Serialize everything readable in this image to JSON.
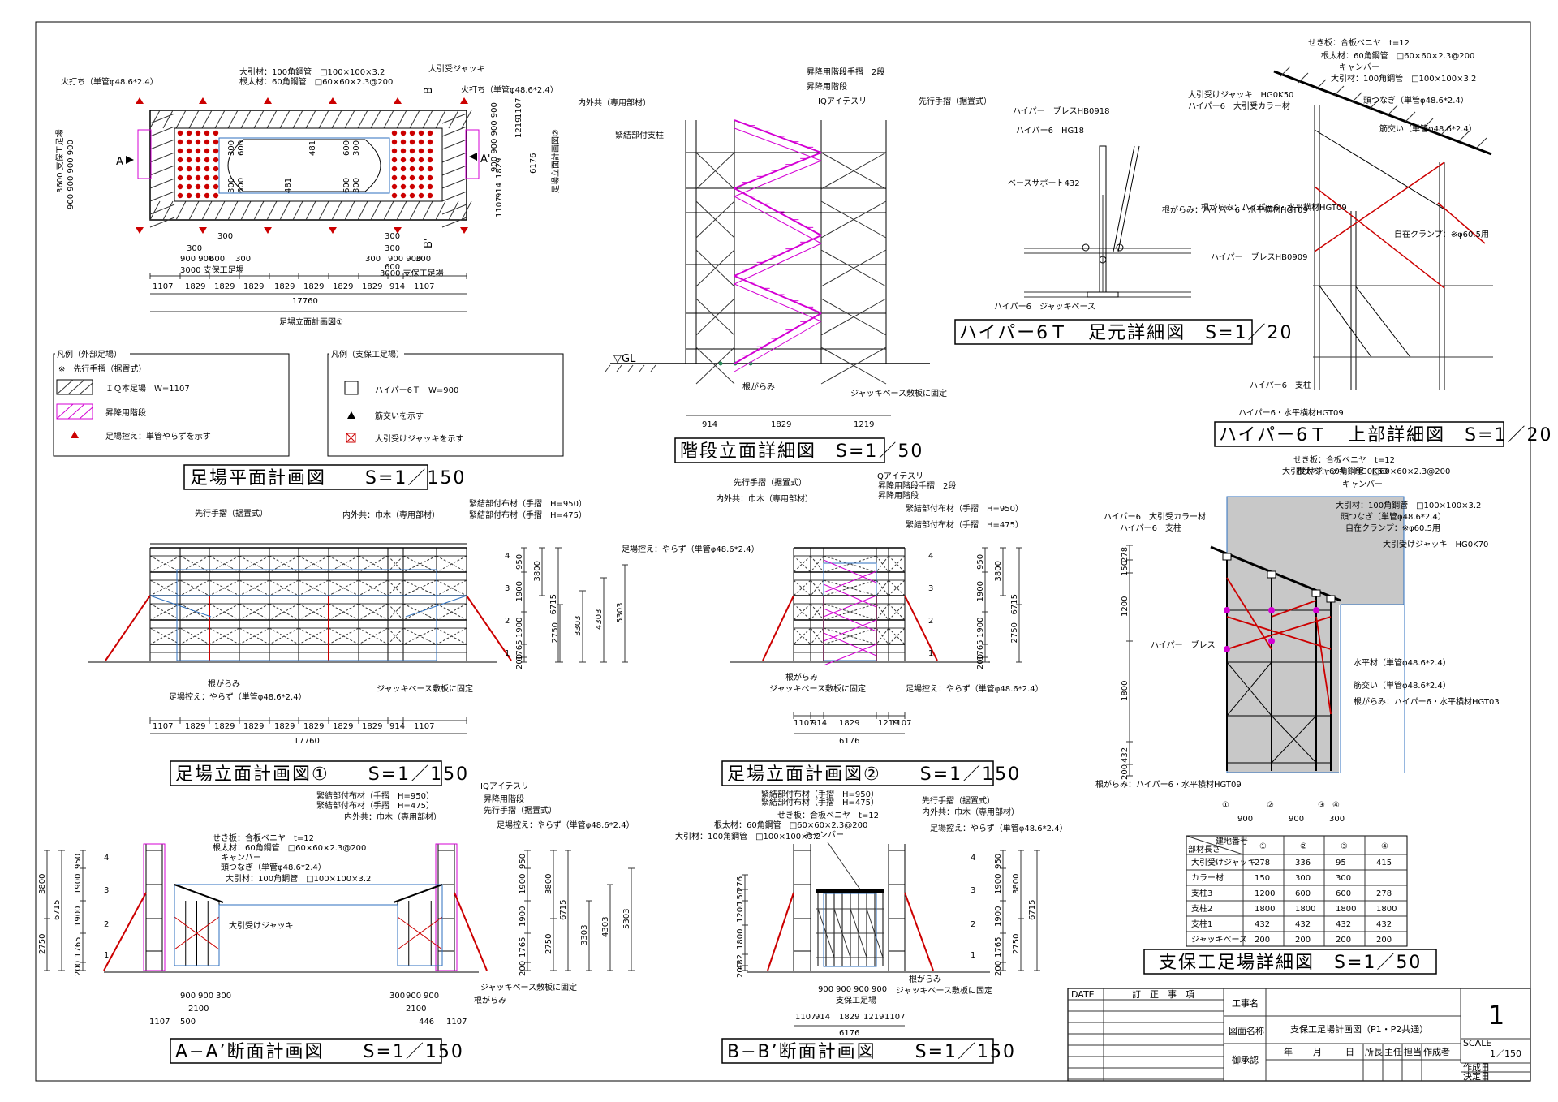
{
  "titles": {
    "plan": "足場平面計画図　　S=1／150",
    "stair": "階段立面詳細図　S=1／50",
    "foot": "ハイパー6Ｔ　足元詳細図　S=1／20",
    "top": "ハイパー6Ｔ　上部詳細図　S=1／20",
    "elev1": "足場立面計画図①　　S=1／150",
    "elev2": "足場立面計画図②　　S=1／150",
    "secA": "A−A’断面計画図　　S=1／150",
    "secB": "B−B’断面計画図　　S=1／150",
    "support": "支保工足場詳細図　S=1／50"
  },
  "legend_ext": {
    "header": "凡例（外部足場）",
    "note": "※　先行手摺（据置式）",
    "item1": "ＩＱ本足場　W=1107",
    "item2": "昇降用階段",
    "item3": "足場控え：単管やらずを示す"
  },
  "legend_sup": {
    "header": "凡例（支保工足場）",
    "item1": "ハイパー6Ｔ　W=900",
    "item2": "筋交いを示す",
    "item3": "大引受けジャッキを示す"
  },
  "plan": {
    "labels": [
      "大引材：100角鋼管　□100×100×3.2",
      "根太材：60角鋼管　□60×60×2.3@200",
      "大引受ジャッキ",
      "火打ち（単管φ48.6*2.4）",
      "火打ち（単管φ48.6*2.4）"
    ],
    "inner_dims": [
      "300",
      "600",
      "481",
      "600",
      "300",
      "300",
      "600",
      "481",
      "600",
      "300"
    ],
    "left_dims": [
      "3600 支保工足場",
      "900 900 900 900"
    ],
    "right_dims": [
      "1107",
      "914",
      "1829",
      "900 900 900 900",
      "1219",
      "1107",
      "6176"
    ],
    "right_label": "足場立面計画図②",
    "bottom_dims_small": [
      "300",
      "300",
      "900 900",
      "600",
      "300",
      "3000 支保工足場",
      "300",
      "300",
      "300",
      "900 900",
      "600",
      "300",
      "3000 支保工足場"
    ],
    "bottom_dims": [
      "1107",
      "1829",
      "1829",
      "1829",
      "1829",
      "1829",
      "1829",
      "1829",
      "914",
      "1107"
    ],
    "total": "17760",
    "bottom_label": "足場立面計画図①",
    "cut_a": "A",
    "cut_a2": "A'",
    "cut_b": "B",
    "cut_b2": "B'"
  },
  "stair": {
    "labels": [
      "昇降用階段手摺　2段",
      "昇降用階段",
      "IQアイテスリ",
      "先行手摺（据置式）",
      "内外共（専用部材）",
      "緊結部付支柱",
      "根がらみ",
      "ジャッキベース敷板に固定"
    ],
    "gl": "▽GL",
    "dims": [
      "914",
      "1829",
      "1219"
    ]
  },
  "foot": {
    "labels": [
      "ハイパー　ブレスHB0918",
      "ハイパー6　HG18",
      "ベースサポート432",
      "根がらみ：ハイパー6・水平横材HGT09",
      "ハイパー6　ジャッキベース"
    ]
  },
  "top": {
    "labels": [
      "せき板：合板ベニヤ　t=12",
      "根太材：60角鋼管　□60×60×2.3@200",
      "キャンバー",
      "大引材：100角鋼管　□100×100×3.2",
      "大引受けジャッキ　HG0K50",
      "ハイパー6　大引受カラー材",
      "頭つなぎ（単管φ48.6*2.4）",
      "筋交い（単管φ48.6*2.4）",
      "根がらみ：ハイパー6・水平横材HGT09",
      "自在クランプ：※φ60.5用",
      "ハイパー　ブレスHB0909",
      "ハイパー6　支柱",
      "ハイパー6・水平横材HGT09"
    ]
  },
  "elev1": {
    "labels": [
      "先行手摺（据置式）",
      "内外共：巾木（専用部材）",
      "緊結部付布材（手摺　H=950）",
      "緊結部付布材（手摺　H=475）",
      "根がらみ",
      "足場控え：やらず（単管φ48.6*2.4）",
      "ジャッキベース敷板に固定"
    ],
    "level_nums": [
      "4",
      "3",
      "2",
      "1"
    ],
    "vdims": [
      "950",
      "1900",
      "1900",
      "1765",
      "200",
      "3800",
      "6715",
      "2750",
      "3303",
      "4303",
      "5303"
    ],
    "bottom_dims": [
      "1107",
      "1829",
      "1829",
      "1829",
      "1829",
      "1829",
      "1829",
      "1829",
      "914",
      "1107"
    ],
    "total": "17760"
  },
  "elev2": {
    "labels": [
      "先行手摺（据置式）",
      "内外共：巾木（専用部材）",
      "IQアイテスリ",
      "昇降用階段手摺　2段",
      "昇降用階段",
      "緊結部付布材（手摺　H=950）",
      "緊結部付布材（手摺　H=475）",
      "足場控え：やらず（単管φ48.6*2.4）",
      "根がらみ",
      "ジャッキベース敷板に固定",
      "足場控え：やらず（単管φ48.6*2.4）"
    ],
    "level_nums": [
      "4",
      "3",
      "2",
      "1"
    ],
    "vdims": [
      "950",
      "1900",
      "1900",
      "1765",
      "200",
      "3800",
      "6715",
      "2750"
    ],
    "bottom_dims": [
      "1107",
      "914",
      "1829",
      "1219",
      "1107"
    ],
    "total": "6176"
  },
  "secA": {
    "labels": [
      "緊結部付布材（手摺　H=950）",
      "緊結部付布材（手摺　H=475）",
      "内外共：巾木（専用部材）",
      "IQアイテスリ",
      "昇降用階段",
      "先行手摺（据置式）",
      "足場控え：やらず（単管φ48.6*2.4）",
      "せき板：合板ベニヤ　t=12",
      "根太材：60角鋼管　□60×60×2.3@200",
      "キャンバー",
      "頭つなぎ（単管φ48.6*2.4）",
      "大引材：100角鋼管　□100×100×3.2",
      "大引受けジャッキ",
      "ジャッキベース敷板に固定",
      "根がらみ"
    ],
    "level_nums": [
      "4",
      "3",
      "2",
      "1"
    ],
    "vdims_left": [
      "3800",
      "6715",
      "2750",
      "950",
      "1900",
      "1900",
      "1765",
      "200"
    ],
    "vdims_right": [
      "950",
      "1900",
      "1900",
      "1765",
      "200",
      "3800",
      "6715",
      "2750",
      "3303",
      "4303",
      "5303"
    ],
    "bottom_dims": [
      "900",
      "900",
      "300",
      "2100",
      "1107",
      "500",
      "300",
      "900",
      "900",
      "2100",
      "446",
      "1107"
    ]
  },
  "secB": {
    "labels": [
      "緊結部付布材（手摺　H=950）",
      "緊結部付布材（手摺　H=475）",
      "せき板：合板ベニヤ　t=12",
      "根太材：60角鋼管　□60×60×2.3@200",
      "キャンバー",
      "大引材：100角鋼管　□100×100×3.2",
      "先行手摺（据置式）",
      "内外共：巾木（専用部材）",
      "足場控え：やらず（単管φ48.6*2.4）",
      "根がらみ",
      "ジャッキベース敷板に固定"
    ],
    "level_nums": [
      "4",
      "3",
      "2",
      "1"
    ],
    "vdims_left": [
      "276",
      "150",
      "1200",
      "1800",
      "432",
      "200"
    ],
    "vdims_right": [
      "950",
      "1900",
      "1900",
      "1765",
      "200",
      "3800",
      "6715",
      "2750"
    ],
    "bottom_dims": [
      "900",
      "900",
      "900",
      "900",
      "支保工足場",
      "1107",
      "914",
      "1829",
      "1219",
      "1107",
      "6176"
    ]
  },
  "support": {
    "labels": [
      "大引受けジャッキ　HG0K50",
      "せき板：合板ベニヤ　t=12",
      "根太材：60角鋼管　□60×60×2.3@200",
      "キャンバー",
      "大引材：100角鋼管　□100×100×3.2",
      "頭つなぎ（単管φ48.6*2.4）",
      "自在クランプ：※φ60.5用",
      "大引受けジャッキ　HG0K70",
      "ハイパー6　大引受カラー材",
      "ハイパー6　支柱",
      "ハイパー　ブレス",
      "水平材（単管φ48.6*2.4）",
      "筋交い（単管φ48.6*2.4）",
      "根がらみ：ハイパー6・水平横材HGT03",
      "根がらみ：ハイパー6・水平横材HGT09"
    ],
    "vdims": [
      "278",
      "150",
      "1200",
      "1800",
      "432",
      "200"
    ],
    "col_nums": [
      "①",
      "②",
      "③",
      "④"
    ],
    "col_dims": [
      "900",
      "900",
      "300"
    ]
  },
  "table": {
    "corner_top": "建地番号",
    "corner_bottom": "部材長さ",
    "headers": [
      "①",
      "②",
      "③",
      "④"
    ],
    "rows": [
      {
        "label": "大引受けジャッキ",
        "values": [
          "278",
          "336",
          "95",
          "415"
        ]
      },
      {
        "label": "カラー材",
        "values": [
          "150",
          "300",
          "300",
          ""
        ]
      },
      {
        "label": "支柱3",
        "values": [
          "1200",
          "600",
          "600",
          "278"
        ]
      },
      {
        "label": "支柱2",
        "values": [
          "1800",
          "1800",
          "1800",
          "1800"
        ]
      },
      {
        "label": "支柱1",
        "values": [
          "432",
          "432",
          "432",
          "432"
        ]
      },
      {
        "label": "ジャッキベース",
        "values": [
          "200",
          "200",
          "200",
          "200"
        ]
      }
    ]
  },
  "title_block": {
    "date_label": "DATE",
    "revision_label": "訂　正　事　項",
    "project_label": "工事名",
    "project_value": "",
    "drawing_label": "図面名称",
    "drawing_value": "支保工足場計画図（P1・P2共通）",
    "approval_label": "御承認",
    "date_parts": [
      "年",
      "月",
      "日"
    ],
    "roles": [
      "所長",
      "主任",
      "担当",
      "作成者"
    ],
    "sheet_no": "1",
    "scale_label": "SCALE",
    "scale_value": "1／150",
    "created_label": "作成日",
    "decided_label": "決定日"
  },
  "colors": {
    "line": "#000000",
    "stair": "#d400d4",
    "tie": "#cc0000",
    "support": "#2c6fbf",
    "wall": "#c8c8c8"
  }
}
